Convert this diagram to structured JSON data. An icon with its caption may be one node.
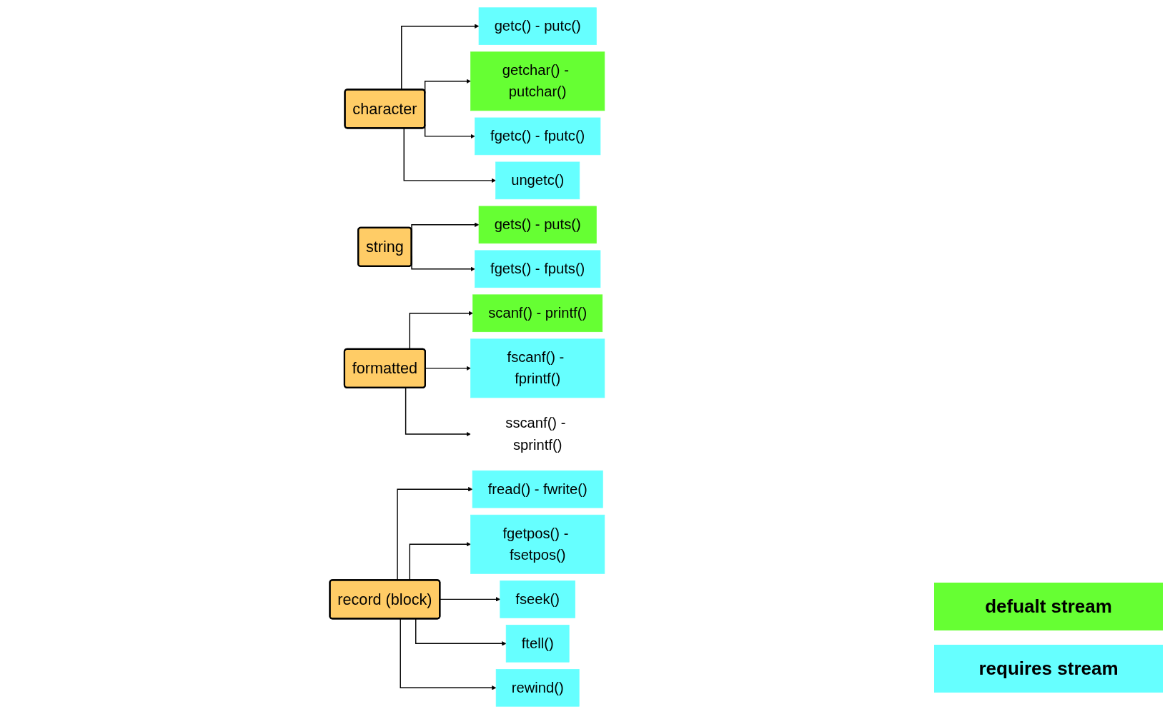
{
  "diagram": {
    "nodes": [
      {
        "text": [
          "character"
        ]
      },
      {
        "text": [
          "getc() - putc()"
        ]
      },
      {
        "text": [
          "getchar() - putchar()"
        ]
      },
      {
        "text": [
          "fgetc() - fputc()"
        ]
      },
      {
        "text": [
          "ungetc()"
        ]
      },
      {
        "text": [
          "string"
        ]
      },
      {
        "text": [
          "gets() - puts()"
        ]
      },
      {
        "text": [
          "fgets() - fputs()"
        ]
      },
      {
        "text": [
          "formatted"
        ]
      },
      {
        "text": [
          "scanf() - printf()"
        ]
      },
      {
        "text": [
          "fscanf() - fprintf()"
        ]
      },
      {
        "text": [
          "sscanf() - sprintf()"
        ]
      },
      {
        "text": [
          "record (block)"
        ]
      },
      {
        "text": [
          "fread() - fwrite()"
        ]
      },
      {
        "text": [
          "fgetpos() - fsetpos()"
        ]
      },
      {
        "text": [
          "fseek()"
        ]
      },
      {
        "text": [
          "ftell()"
        ]
      },
      {
        "text": [
          "rewind()"
        ]
      }
    ],
    "edges": [
      {
        "from": 0,
        "to": 1,
        "arrow": "to"
      },
      {
        "from": 0,
        "to": 2,
        "arrow": "to"
      },
      {
        "from": 0,
        "to": 3,
        "arrow": "to"
      },
      {
        "from": 0,
        "to": 4,
        "arrow": "to"
      },
      {
        "from": 5,
        "to": 6,
        "arrow": "to"
      },
      {
        "from": 5,
        "to": 7,
        "arrow": "to"
      },
      {
        "from": 8,
        "to": 9,
        "arrow": "to"
      },
      {
        "from": 8,
        "to": 10,
        "arrow": "to"
      },
      {
        "from": 8,
        "to": 11,
        "arrow": "to"
      },
      {
        "from": 12,
        "to": 13,
        "arrow": "to"
      },
      {
        "from": 12,
        "to": 14,
        "arrow": "to"
      },
      {
        "from": 12,
        "to": 15,
        "arrow": "to"
      },
      {
        "from": 12,
        "to": 16,
        "arrow": "to"
      },
      {
        "from": 12,
        "to": 17,
        "arrow": "to"
      }
    ],
    "legend": [
      {
        "text": "defualt stream",
        "color": "#66ff33"
      },
      {
        "text": "requires stream",
        "color": "#66ffff"
      }
    ]
  }
}
